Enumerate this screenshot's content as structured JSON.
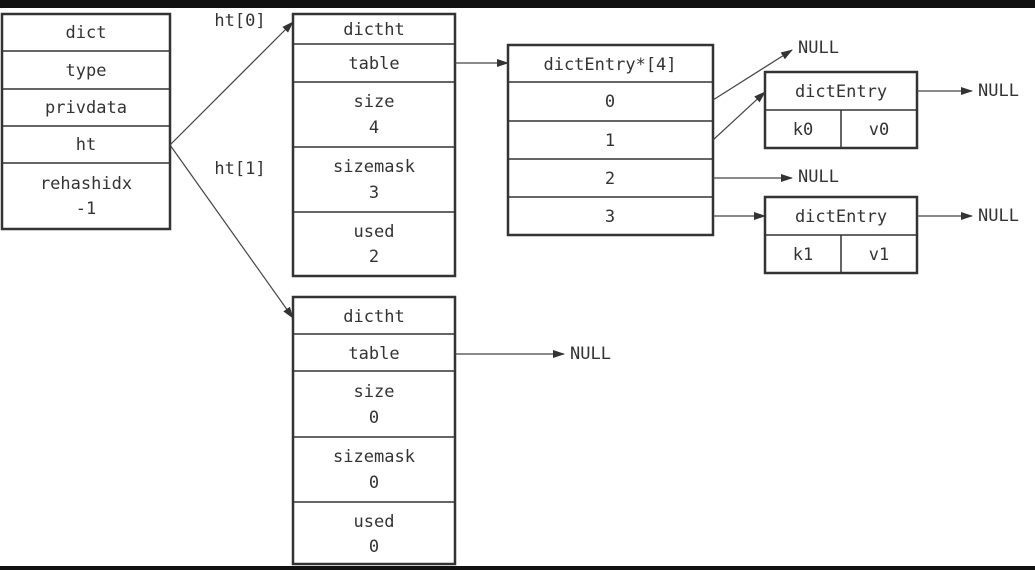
{
  "dict": {
    "rows": [
      "dict",
      "type",
      "privdata",
      "ht",
      "rehashidx",
      "-1"
    ]
  },
  "labels": {
    "ht0": "ht[0]",
    "ht1": "ht[1]"
  },
  "ht0": {
    "rows": [
      "dictht",
      "table",
      "size",
      "4",
      "sizemask",
      "3",
      "used",
      "2"
    ]
  },
  "ht1": {
    "rows": [
      "dictht",
      "table",
      "size",
      "0",
      "sizemask",
      "0",
      "used",
      "0"
    ]
  },
  "table": {
    "header": "dictEntry*[4]",
    "rows": [
      "0",
      "1",
      "2",
      "3"
    ]
  },
  "entry0": {
    "title": "dictEntry",
    "key": "k0",
    "value": "v0"
  },
  "entry1": {
    "title": "dictEntry",
    "key": "k1",
    "value": "v1"
  },
  "nulls": {
    "bucket0": "NULL",
    "entry0_next": "NULL",
    "bucket2": "NULL",
    "entry1_next": "NULL",
    "ht1_table": "NULL"
  }
}
